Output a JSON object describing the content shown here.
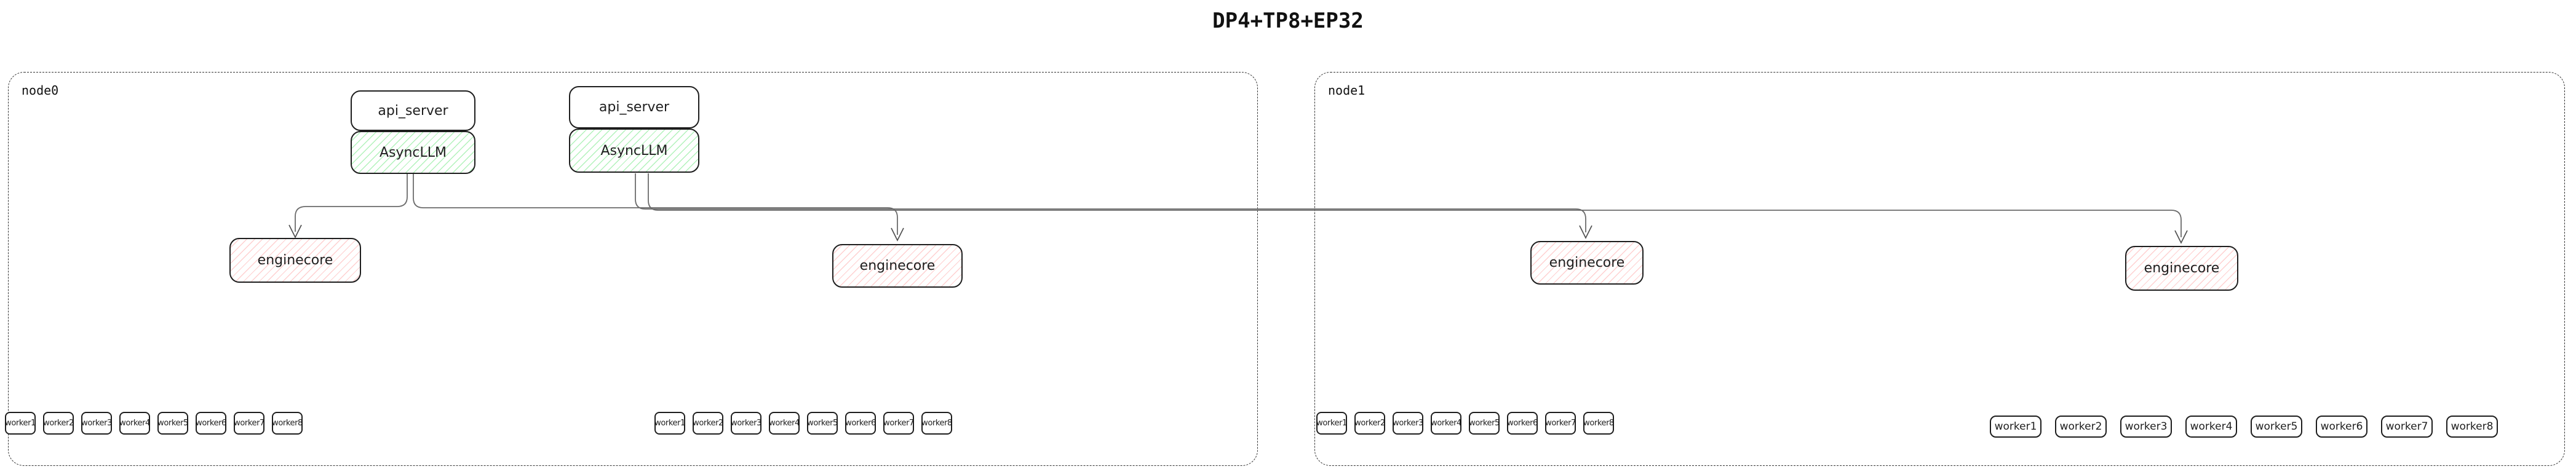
{
  "title": "DP4+TP8+EP32",
  "colors": {
    "green_hatch": "#b2f2bb",
    "red_hatch": "#ffd0d0",
    "box_border": "#1e1e1e",
    "edge_line": "#6b6b6b",
    "node_border": "#343434"
  },
  "nodes": [
    {
      "label": "node0",
      "api_servers": [
        {
          "api": "api_server",
          "llm": "AsyncLLM"
        },
        {
          "api": "api_server",
          "llm": "AsyncLLM"
        }
      ],
      "enginecores": [
        "enginecore",
        "enginecore"
      ],
      "worker_groups": [
        [
          "worker1",
          "worker2",
          "worker3",
          "worker4",
          "worker5",
          "worker6",
          "worker7",
          "worker8"
        ],
        [
          "worker1",
          "worker2",
          "worker3",
          "worker4",
          "worker5",
          "worker6",
          "worker7",
          "worker8"
        ]
      ]
    },
    {
      "label": "node1",
      "enginecores": [
        "enginecore",
        "enginecore"
      ],
      "worker_groups": [
        [
          "worker1",
          "worker2",
          "worker3",
          "worker4",
          "worker5",
          "worker6",
          "worker7",
          "worker8"
        ],
        [
          "worker1",
          "worker2",
          "worker3",
          "worker4",
          "worker5",
          "worker6",
          "worker7",
          "worker8"
        ]
      ]
    }
  ]
}
